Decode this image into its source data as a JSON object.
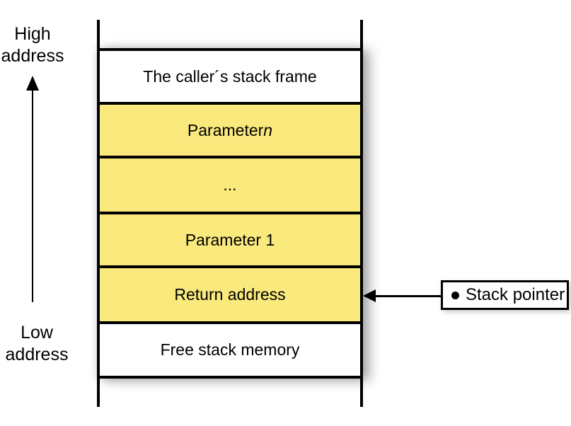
{
  "labels": {
    "high_address": {
      "line1": "High",
      "line2": "address"
    },
    "low_address": {
      "line1": "Low",
      "line2": "address"
    }
  },
  "stack": {
    "rows": [
      {
        "label": "The caller´s stack frame",
        "italic_suffix": "",
        "bg": "#FFFFFF"
      },
      {
        "label": "Parameter ",
        "italic_suffix": "n",
        "bg": "#FAE97D"
      },
      {
        "label": "...",
        "italic_suffix": "",
        "bg": "#FAE97D"
      },
      {
        "label": "Parameter 1",
        "italic_suffix": "",
        "bg": "#FAE97D"
      },
      {
        "label": "Return address",
        "italic_suffix": "",
        "bg": "#FAE97D"
      },
      {
        "label": "Free stack memory",
        "italic_suffix": "",
        "bg": "#FFFFFF"
      }
    ]
  },
  "stack_pointer": {
    "label": "Stack pointer"
  },
  "colors": {
    "highlight_yellow": "#FAE97D",
    "row_white": "#FFFFFF",
    "line_black": "#000000",
    "background": "#FFFFFF"
  }
}
